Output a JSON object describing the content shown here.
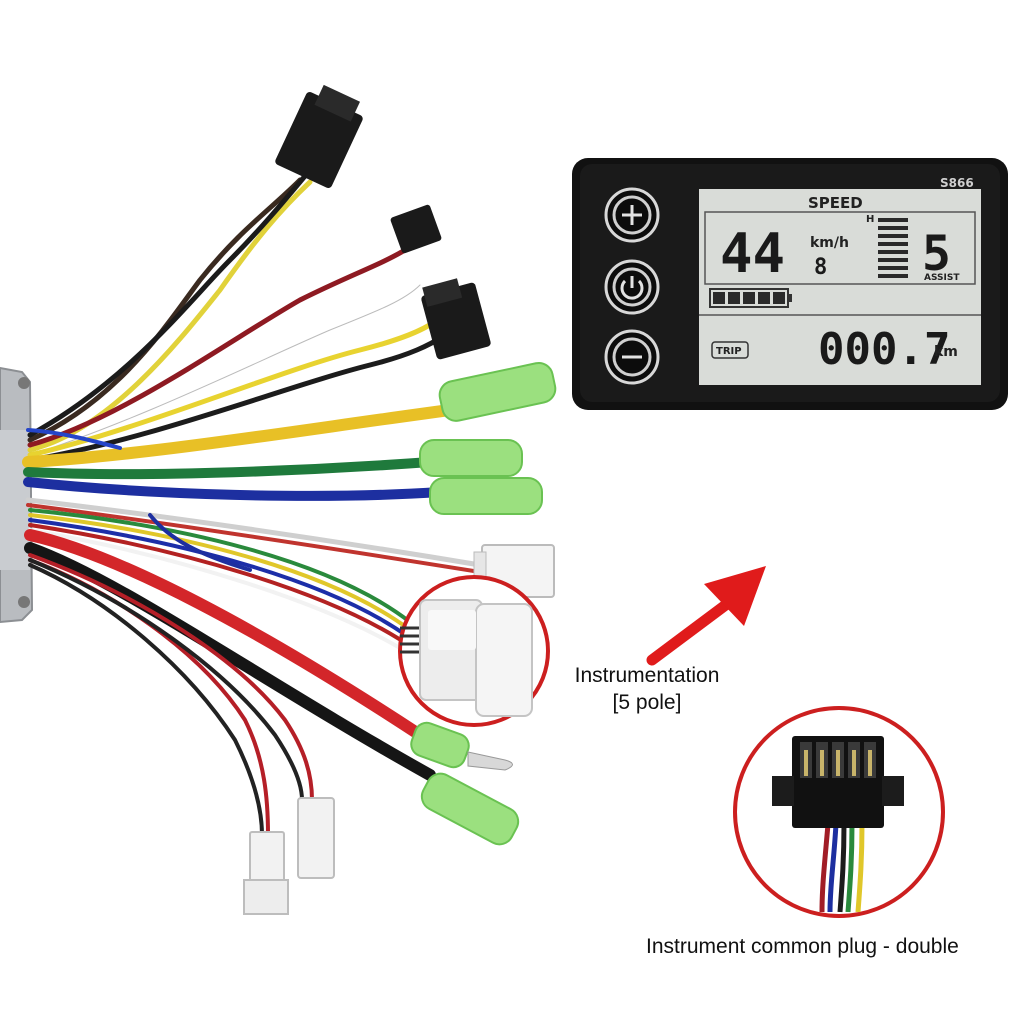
{
  "display": {
    "model": "S866",
    "speed_label": "SPEED",
    "speed_value": "44",
    "speed_unit": "km/h",
    "sub_digit": "8",
    "high_marker": "H",
    "assist_level": "5",
    "assist_label": "ASSIST",
    "trip_label": "TRIP",
    "trip_value": "000.7",
    "trip_unit": "km",
    "battery_segments": 5,
    "buttons": [
      "plus",
      "power",
      "minus"
    ]
  },
  "captions": {
    "instrumentation_line1": "Instrumentation",
    "instrumentation_line2": "[5 pole]",
    "common_plug": "Instrument common plug - double"
  },
  "colors": {
    "callout_ring": "#cc1f1f",
    "arrow": "#e01b1b",
    "lcd_background": "#d9dcd8",
    "housing": "#111111",
    "connector_green": "#8fe07a"
  }
}
